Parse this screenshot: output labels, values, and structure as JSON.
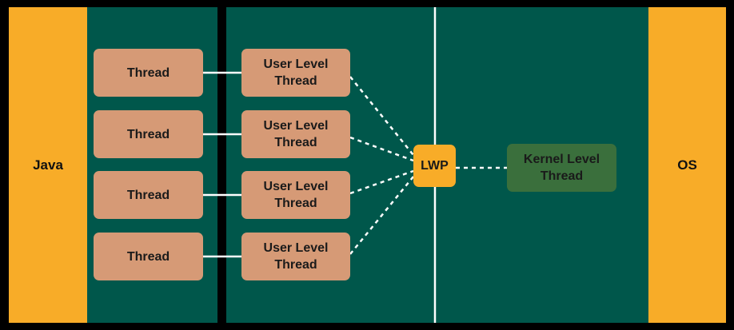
{
  "left_label": "Java",
  "right_label": "OS",
  "threads": [
    "Thread",
    "Thread",
    "Thread",
    "Thread"
  ],
  "user_level_threads": [
    {
      "line1": "User Level",
      "line2": "Thread"
    },
    {
      "line1": "User Level",
      "line2": "Thread"
    },
    {
      "line1": "User Level",
      "line2": "Thread"
    },
    {
      "line1": "User Level",
      "line2": "Thread"
    }
  ],
  "lwp_label": "LWP",
  "kernel_thread": {
    "line1": "Kernel Level",
    "line2": "Thread"
  },
  "colors": {
    "side": "#f8ac28",
    "panel": "#00574b",
    "thread": "#d69a76",
    "lwp": "#f8ac28",
    "kernel": "#3a6f3c"
  }
}
